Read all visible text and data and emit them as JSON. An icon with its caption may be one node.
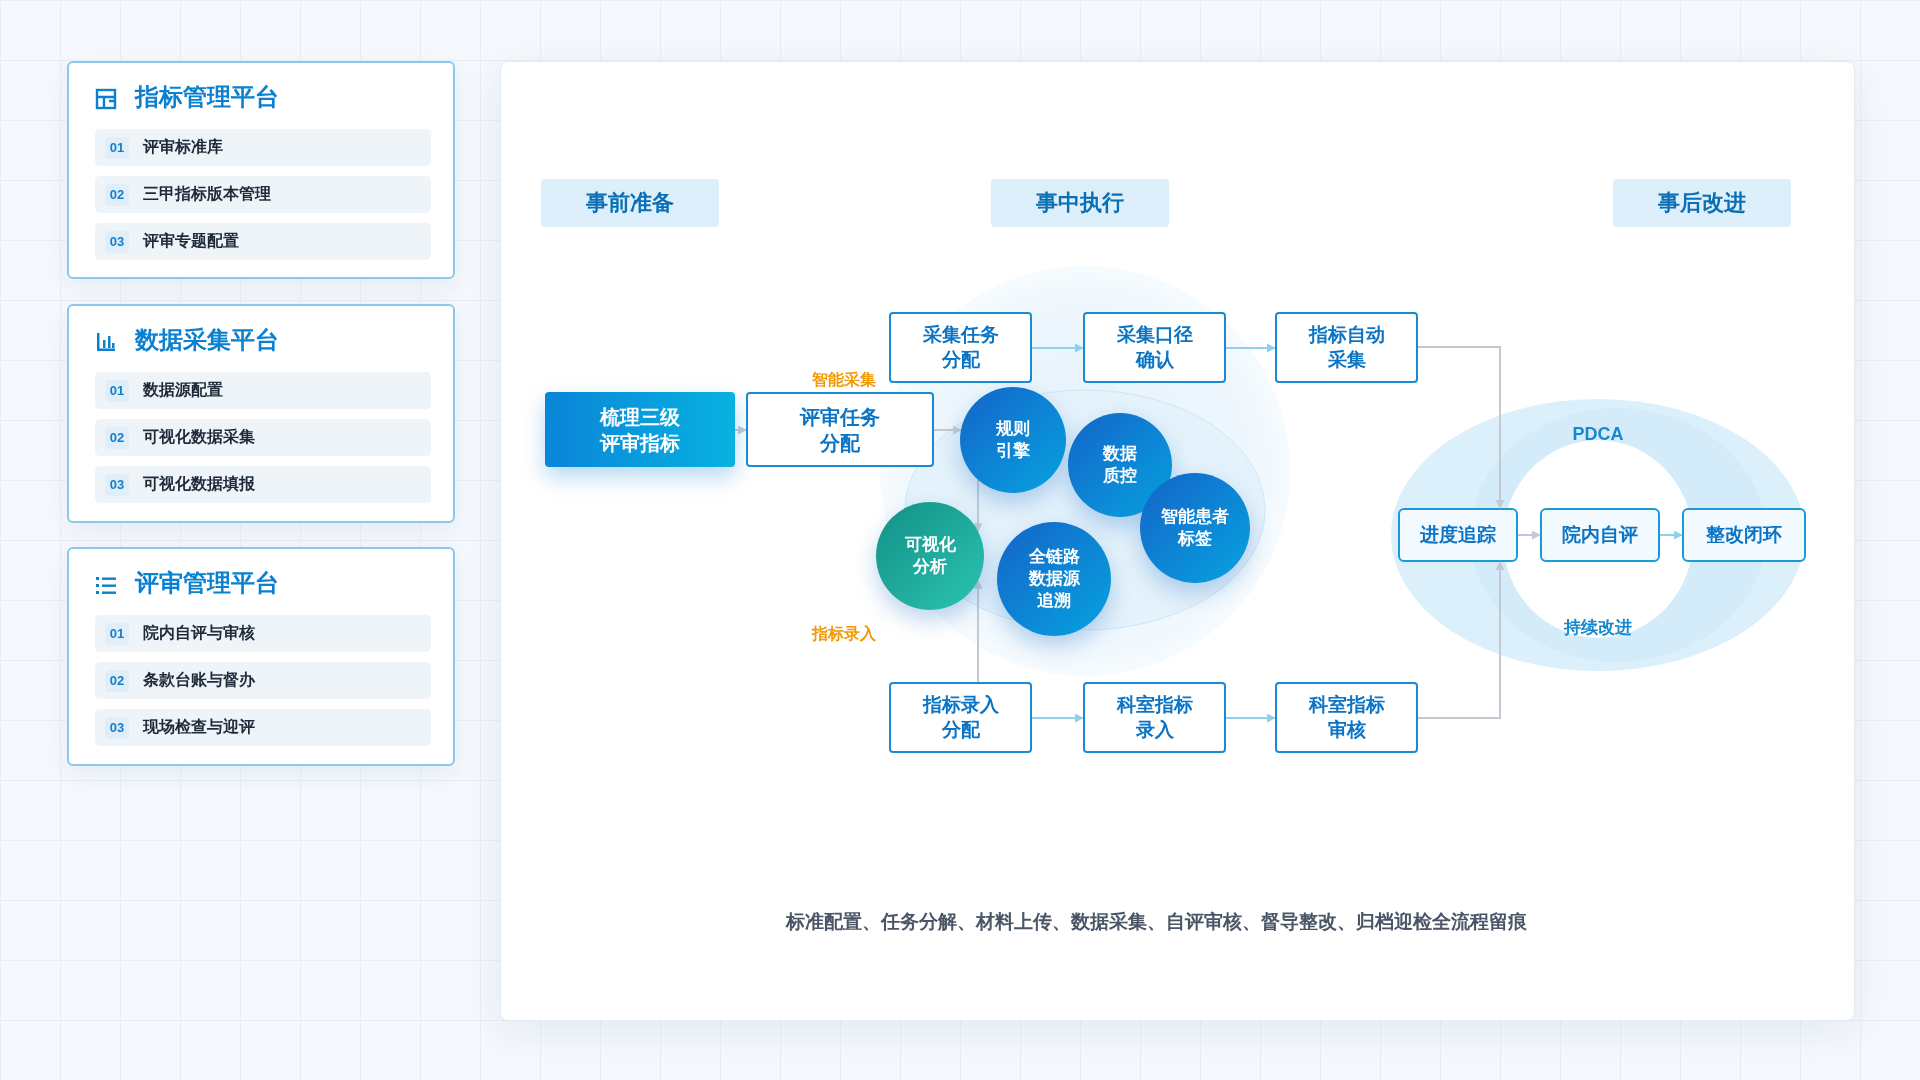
{
  "diagram": {
    "nodes": [
      {
        "text": [
          "指标管理平台"
        ]
      },
      {
        "text": [
          "01",
          "评审标准库"
        ],
        "in": 0
      },
      {
        "text": [
          "02",
          "三甲指标版本管理"
        ],
        "in": 0
      },
      {
        "text": [
          "03",
          "评审专题配置"
        ],
        "in": 0
      },
      {
        "text": [
          "数据采集平台"
        ]
      },
      {
        "text": [
          "01",
          "数据源配置"
        ],
        "in": 4
      },
      {
        "text": [
          "02",
          "可视化数据采集"
        ],
        "in": 4
      },
      {
        "text": [
          "03",
          "可视化数据填报"
        ],
        "in": 4
      },
      {
        "text": [
          "评审管理平台"
        ]
      },
      {
        "text": [
          "01",
          "院内自评与审核"
        ],
        "in": 8
      },
      {
        "text": [
          "02",
          "条款台账与督办"
        ],
        "in": 8
      },
      {
        "text": [
          "03",
          "现场检查与迎评"
        ],
        "in": 8
      },
      {
        "text": [
          "事前准备"
        ]
      },
      {
        "text": [
          "事中执行"
        ]
      },
      {
        "text": [
          "事后改进"
        ]
      },
      {
        "text": [
          "梳理三级评审指标"
        ]
      },
      {
        "text": [
          "评审任务分配"
        ]
      },
      {
        "text": [
          "采集任务分配"
        ]
      },
      {
        "text": [
          "采集口径确认"
        ]
      },
      {
        "text": [
          "指标自动采集"
        ]
      },
      {
        "text": [
          "规则引擎"
        ]
      },
      {
        "text": [
          "数据质控"
        ]
      },
      {
        "text": [
          "智能患者标签"
        ]
      },
      {
        "text": [
          "可视化分析"
        ]
      },
      {
        "text": [
          "全链路数据源追溯"
        ]
      },
      {
        "text": [
          "指标录入分配"
        ]
      },
      {
        "text": [
          "科室指标录入"
        ]
      },
      {
        "text": [
          "科室指标审核"
        ]
      },
      {
        "text": [
          "PDCA",
          "持续改进"
        ]
      },
      {
        "text": [
          "进度追踪"
        ],
        "in": 28
      },
      {
        "text": [
          "院内自评"
        ],
        "in": 28
      },
      {
        "text": [
          "整改闭环"
        ],
        "in": 28
      }
    ],
    "edges": [
      {
        "from": 15,
        "to": 16,
        "arrow": "to"
      },
      {
        "from": 16,
        "to": 20,
        "arrow": "to"
      },
      {
        "from": 20,
        "to": 23,
        "arrow": "to"
      },
      {
        "from": 25,
        "to": 23,
        "arrow": "to"
      },
      {
        "from": 17,
        "to": 18,
        "arrow": "to",
        "color": "#8fd0ea"
      },
      {
        "from": 18,
        "to": 19,
        "arrow": "to",
        "color": "#8fd0ea"
      },
      {
        "from": 25,
        "to": 26,
        "arrow": "to",
        "color": "#8fd0ea"
      },
      {
        "from": 26,
        "to": 27,
        "arrow": "to",
        "color": "#8fd0ea"
      },
      {
        "from": 19,
        "to": 29,
        "arrow": "to"
      },
      {
        "from": 27,
        "to": 29,
        "arrow": "to"
      },
      {
        "from": 29,
        "to": 30,
        "arrow": "to"
      },
      {
        "from": 30,
        "to": 31,
        "arrow": "to",
        "color": "#8fd0ea"
      }
    ],
    "labels": [
      "智能采集",
      "指标录入",
      "标准配置、任务分解、材料上传、数据采集、自评审核、督导整改、归档迎检全流程留痕"
    ]
  }
}
